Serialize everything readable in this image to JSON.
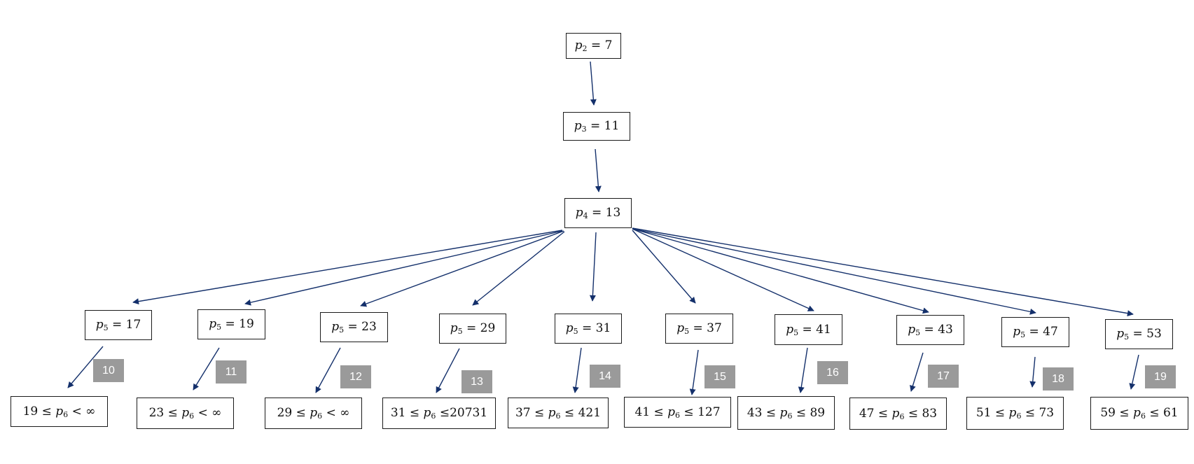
{
  "colors": {
    "arrow": "#14306b",
    "box_border": "#1a1a1a",
    "badge_bg": "#9a9a9a"
  },
  "root_chain": [
    {
      "var": "p",
      "sub": "2",
      "rel": " = ",
      "val": "7"
    },
    {
      "var": "p",
      "sub": "3",
      "rel": " = ",
      "val": "11"
    },
    {
      "var": "p",
      "sub": "4",
      "rel": " = ",
      "val": "13"
    }
  ],
  "branches": [
    {
      "p5": {
        "var": "p",
        "sub": "5",
        "rel": " = ",
        "val": "17"
      },
      "badge": "10",
      "range": {
        "left": "19 ≤ ",
        "var": "p",
        "sub": "6",
        "right": " < ∞"
      }
    },
    {
      "p5": {
        "var": "p",
        "sub": "5",
        "rel": " = ",
        "val": "19"
      },
      "badge": "11",
      "range": {
        "left": "23 ≤ ",
        "var": "p",
        "sub": "6",
        "right": " < ∞"
      }
    },
    {
      "p5": {
        "var": "p",
        "sub": "5",
        "rel": " = ",
        "val": "23"
      },
      "badge": "12",
      "range": {
        "left": "29 ≤ ",
        "var": "p",
        "sub": "6",
        "right": " < ∞"
      }
    },
    {
      "p5": {
        "var": "p",
        "sub": "5",
        "rel": " = ",
        "val": "29"
      },
      "badge": "13",
      "range": {
        "left": "31 ≤ ",
        "var": "p",
        "sub": "6",
        "right": " ≤20731"
      }
    },
    {
      "p5": {
        "var": "p",
        "sub": "5",
        "rel": " = ",
        "val": "31"
      },
      "badge": "14",
      "range": {
        "left": "37 ≤ ",
        "var": "p",
        "sub": "6",
        "right": " ≤ 421"
      }
    },
    {
      "p5": {
        "var": "p",
        "sub": "5",
        "rel": " = ",
        "val": "37"
      },
      "badge": "15",
      "range": {
        "left": "41 ≤ ",
        "var": "p",
        "sub": "6",
        "right": " ≤ 127"
      }
    },
    {
      "p5": {
        "var": "p",
        "sub": "5",
        "rel": " = ",
        "val": "41"
      },
      "badge": "16",
      "range": {
        "left": "43 ≤ ",
        "var": "p",
        "sub": "6",
        "right": " ≤ 89"
      }
    },
    {
      "p5": {
        "var": "p",
        "sub": "5",
        "rel": " = ",
        "val": "43"
      },
      "badge": "17",
      "range": {
        "left": "47 ≤ ",
        "var": "p",
        "sub": "6",
        "right": " ≤ 83"
      }
    },
    {
      "p5": {
        "var": "p",
        "sub": "5",
        "rel": " = ",
        "val": "47"
      },
      "badge": "18",
      "range": {
        "left": "51 ≤ ",
        "var": "p",
        "sub": "6",
        "right": " ≤ 73"
      }
    },
    {
      "p5": {
        "var": "p",
        "sub": "5",
        "rel": " = ",
        "val": "53"
      },
      "badge": "19",
      "range": {
        "left": "59 ≤ ",
        "var": "p",
        "sub": "6",
        "right": " ≤ 61"
      }
    }
  ]
}
